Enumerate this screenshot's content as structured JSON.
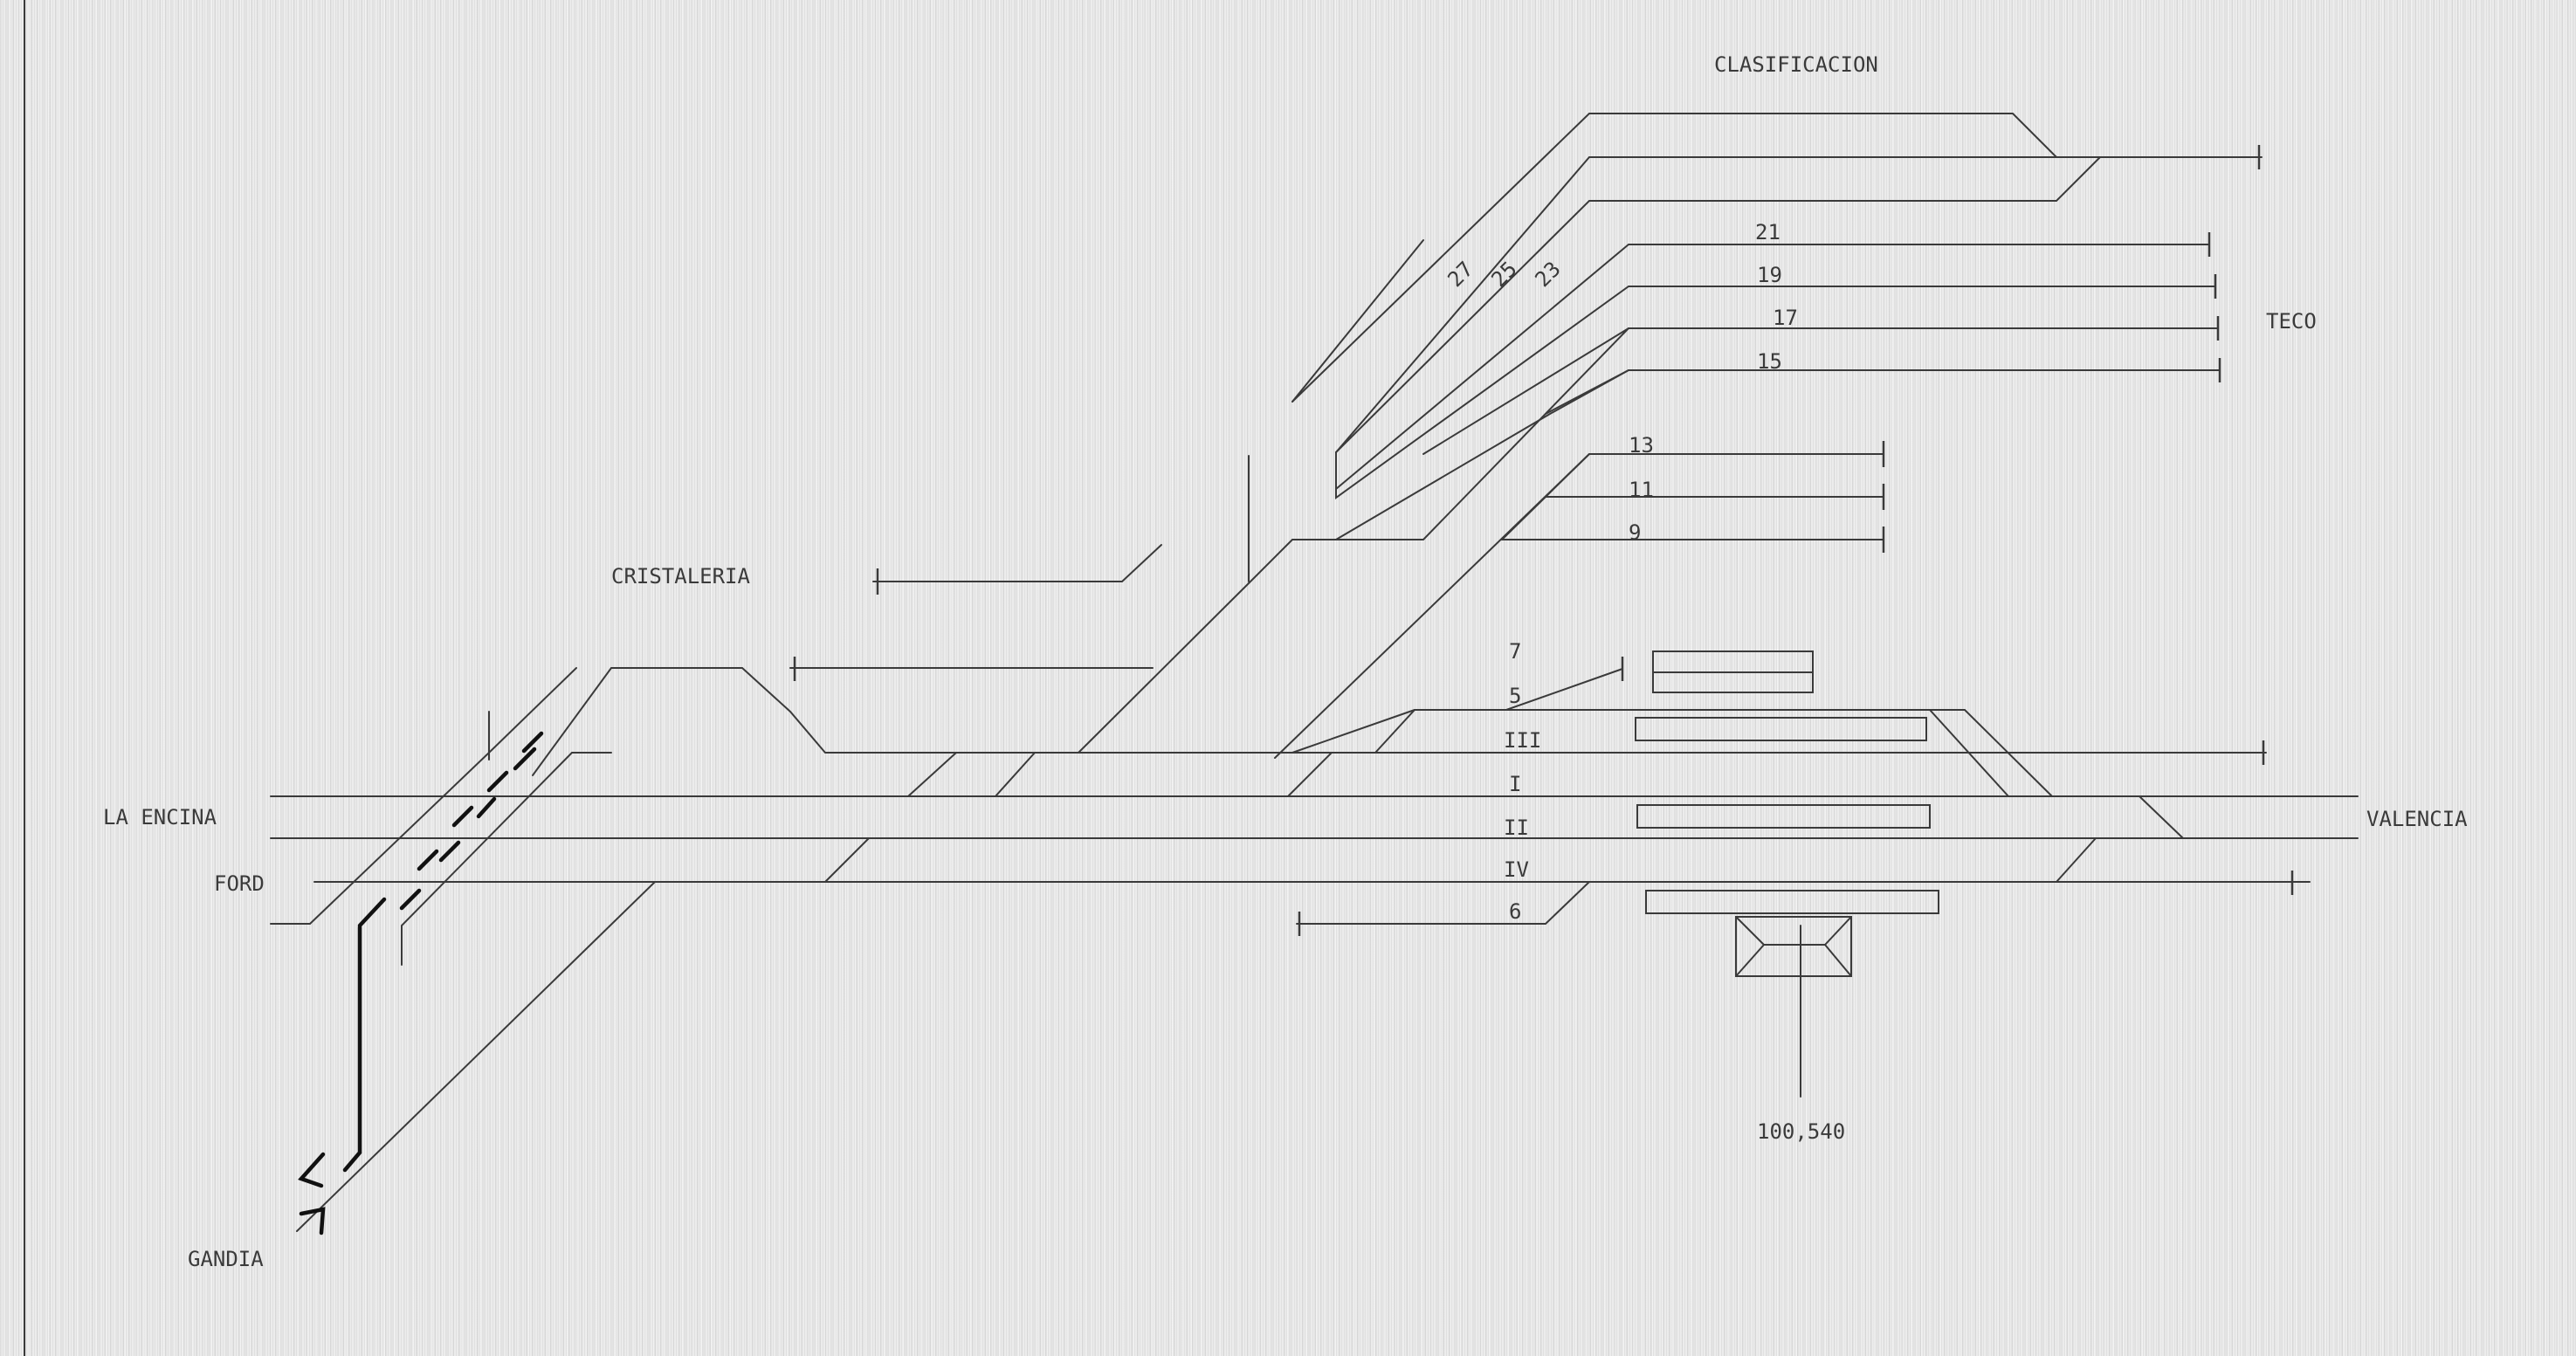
{
  "stations": {
    "clasificacion": "CLASIFICACION",
    "teco": "TECO",
    "cristaleria": "CRISTALERIA",
    "la_encina": "LA ENCINA",
    "ford": "FORD",
    "valencia": "VALENCIA",
    "gandia": "GANDIA"
  },
  "tracks": {
    "t21": "21",
    "t19": "19",
    "t17": "17",
    "t15": "15",
    "t13": "13",
    "t11": "11",
    "t9": "9",
    "t7": "7",
    "t5": "5",
    "tIII": "III",
    "tI": "I",
    "tII": "II",
    "tIV": "IV",
    "t6": "6",
    "t27": "27",
    "t25": "25",
    "t23": "23"
  },
  "kilometer_point": "100,540"
}
